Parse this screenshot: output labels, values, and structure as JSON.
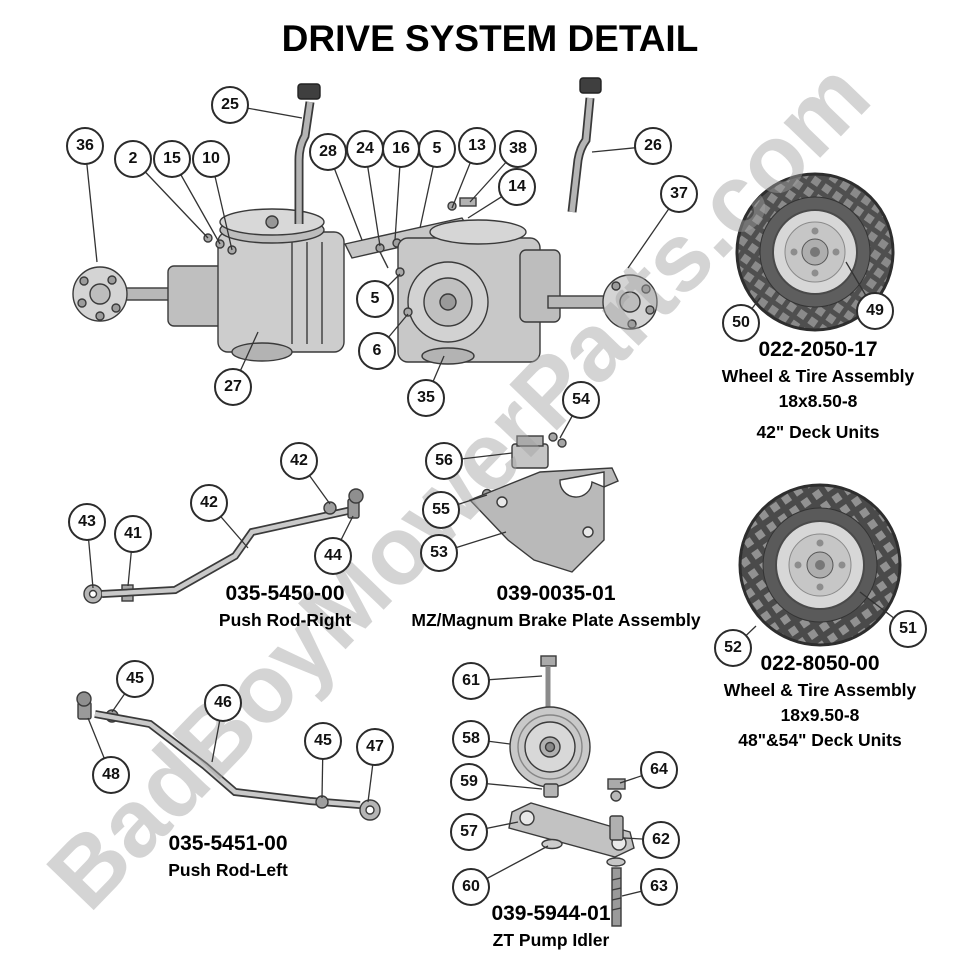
{
  "title": "DRIVE SYSTEM DETAIL",
  "watermark": "BadBoyMowerParts.com",
  "colors": {
    "line": "#3a3a3a",
    "fill_light": "#cdcdcd",
    "tire": "#4f4f4f",
    "watermark": "#a2a2a2"
  },
  "callouts": [
    "25",
    "36",
    "2",
    "15",
    "10",
    "28",
    "24",
    "16",
    "5",
    "13",
    "38",
    "14",
    "26",
    "37",
    "50",
    "49",
    "27",
    "5",
    "6",
    "35",
    "54",
    "56",
    "42",
    "42",
    "43",
    "41",
    "55",
    "44",
    "53",
    "52",
    "51",
    "45",
    "61",
    "46",
    "58",
    "45",
    "47",
    "48",
    "59",
    "64",
    "57",
    "62",
    "60",
    "63"
  ],
  "labels": {
    "wheel42": {
      "part": "022-2050-17",
      "name": "Wheel & Tire Assembly",
      "size": "18x8.50-8",
      "deck": "42\" Deck Units"
    },
    "pushRodRight": {
      "part": "035-5450-00",
      "name": "Push Rod-Right"
    },
    "brakePlate": {
      "part": "039-0035-01",
      "name": "MZ/Magnum Brake Plate Assembly"
    },
    "wheel48": {
      "part": "022-8050-00",
      "name": "Wheel & Tire Assembly",
      "size": "18x9.50-8",
      "deck": "48\"&54\" Deck Units"
    },
    "pushRodLeft": {
      "part": "035-5451-00",
      "name": "Push Rod-Left"
    },
    "pumpIdler": {
      "part": "039-5944-01",
      "name": "ZT Pump Idler"
    }
  }
}
